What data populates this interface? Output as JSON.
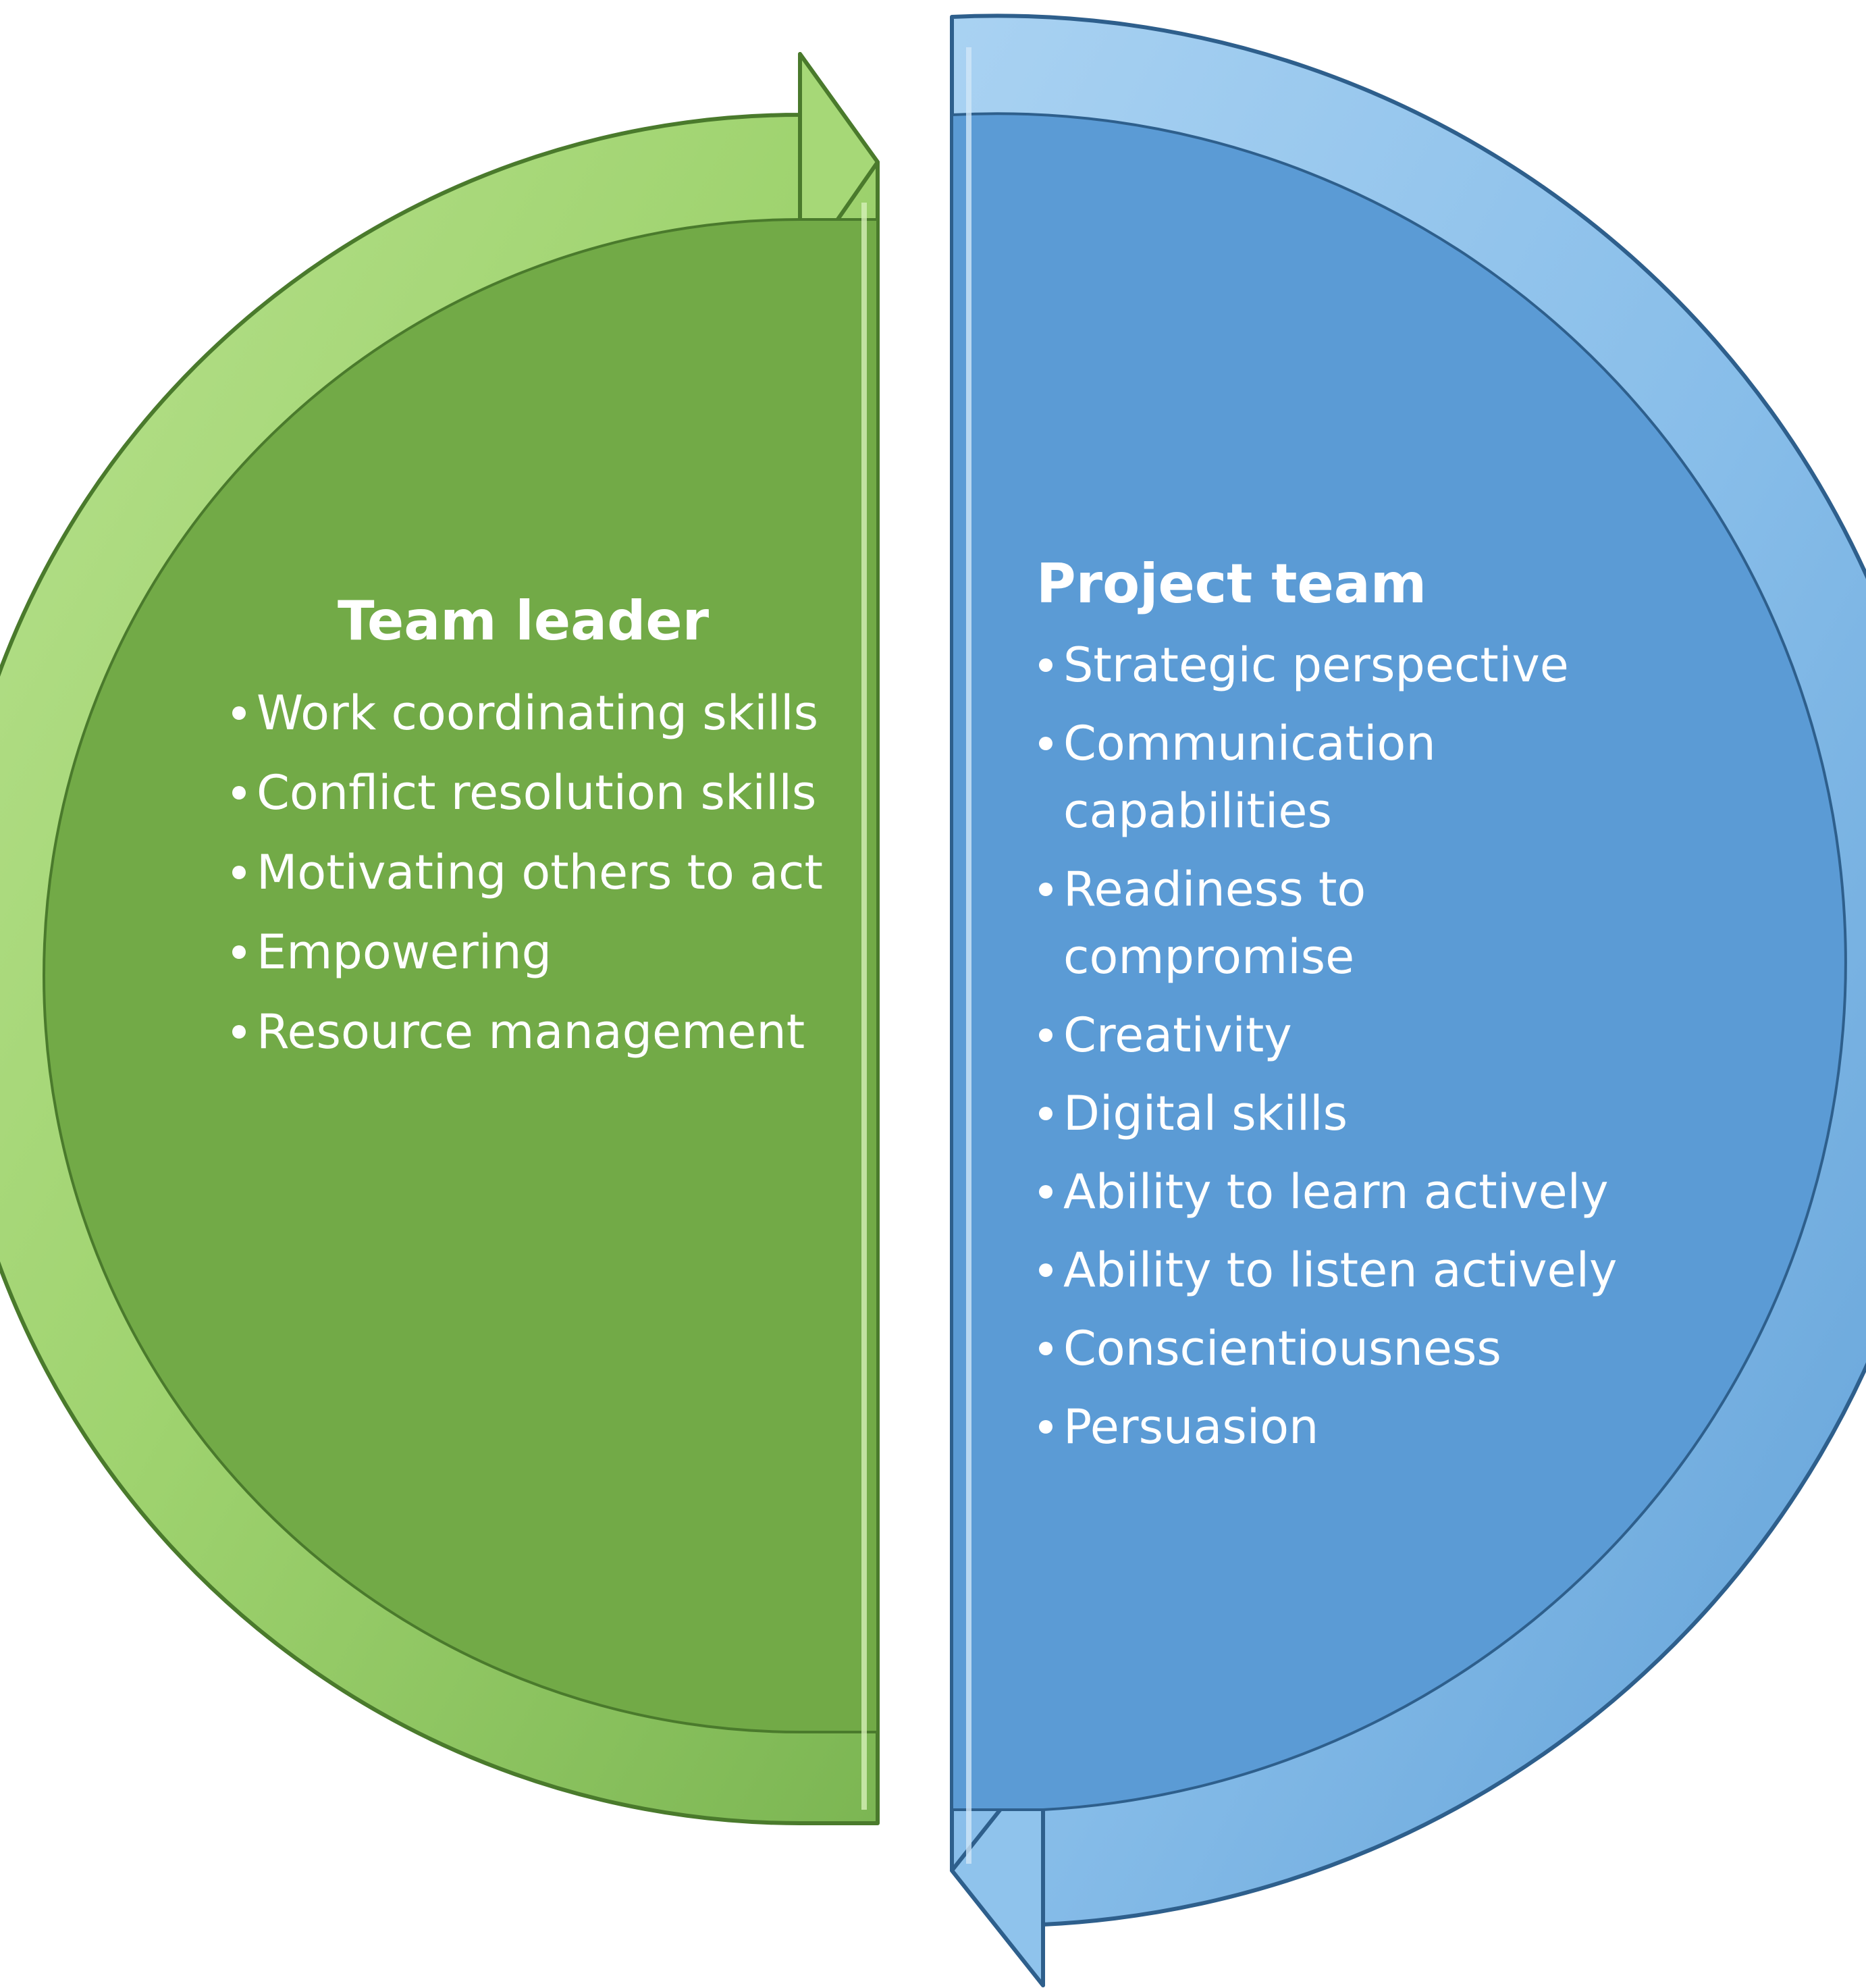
{
  "colors": {
    "green_fill": "#72aa47",
    "green_arrow": "#9fd36f",
    "green_edge": "#4a7a2c",
    "blue_fill": "#5b9bd5",
    "blue_arrow": "#87bde9",
    "blue_edge": "#2e5f8c",
    "text": "#ffffff"
  },
  "left_panel": {
    "title": "Team leader",
    "items": [
      "Work coordinating skills",
      "Conflict resolution skills",
      "Motivating others to act",
      "Empowering",
      "Resource management"
    ]
  },
  "right_panel": {
    "title": "Project team",
    "items": [
      "Strategic perspective",
      "Communication capabilities",
      "Readiness to compromise",
      "Creativity",
      "Digital skills",
      "Ability to learn actively",
      "Ability to listen actively",
      "Conscientiousness",
      "Persuasion"
    ]
  }
}
